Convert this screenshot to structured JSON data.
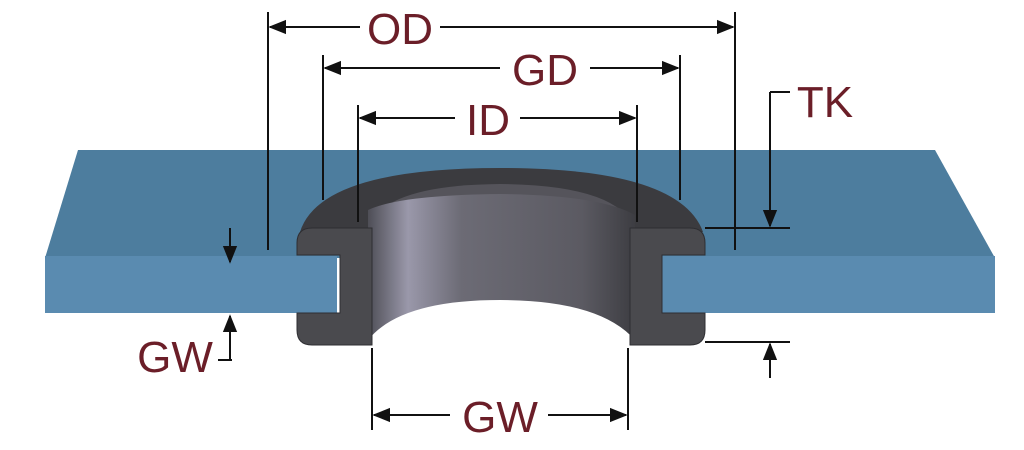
{
  "labels": {
    "od": "OD",
    "gd": "GD",
    "id": "ID",
    "tk": "TK",
    "gw_left": "GW",
    "gw_bottom": "GW"
  },
  "colors": {
    "label": "#6b1e28",
    "plate_top": "#4d7d9e",
    "plate_front": "#5a8bb0",
    "grommet": "#4a4a4e",
    "dimension_line": "#111111"
  }
}
